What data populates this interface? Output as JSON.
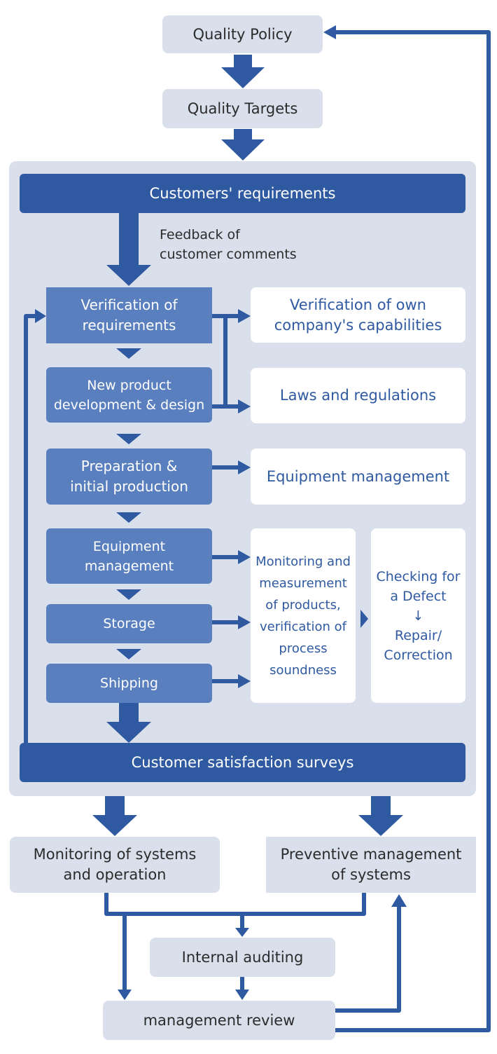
{
  "nodes": {
    "quality_policy": "Quality Policy",
    "quality_targets": "Quality Targets",
    "customers_requirements": "Customers' requirements",
    "feedback": "Feedback of\ncustomer comments",
    "verification_requirements": "Verification of\nrequirements",
    "verification_capabilities": "Verification of own\ncompany's capabilities",
    "new_product": "New product\ndevelopment & design",
    "laws": "Laws and regulations",
    "preparation": "Preparation &\ninitial production",
    "equipment_management_right": "Equipment management",
    "equipment_management_left": "Equipment\nmanagement",
    "storage": "Storage",
    "shipping": "Shipping",
    "monitoring_products": "Monitoring and\nmeasurement\nof products,\nverification of\nprocess\nsoundness",
    "checking_defect": "Checking for\na Defect\n↓\nRepair/\nCorrection",
    "customer_satisfaction": "Customer satisfaction surveys",
    "monitoring_systems": "Monitoring of systems\nand operation",
    "preventive_management": "Preventive management\nof systems",
    "internal_auditing": "Internal auditing",
    "management_review": "management review"
  },
  "colors": {
    "dark_blue": "#2f5aa1",
    "mid_blue": "#5a7fbe",
    "light_gray_blue": "#d9e0ec",
    "white": "#ffffff",
    "text_dark": "#2b2b2b"
  }
}
